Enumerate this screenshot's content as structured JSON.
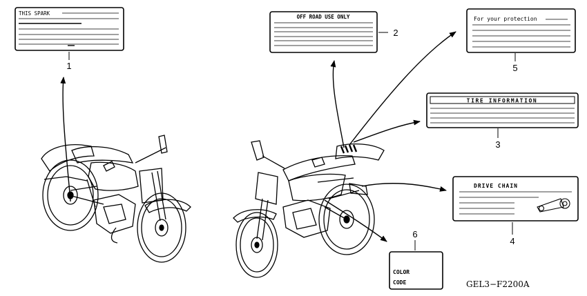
{
  "labels": {
    "spark": {
      "number": "1",
      "title": "THIS SPARK"
    },
    "offroad": {
      "number": "2",
      "title": "OFF ROAD USE ONLY"
    },
    "tire": {
      "number": "3",
      "title": "TIRE INFORMATION"
    },
    "chain": {
      "number": "4",
      "title": "DRIVE CHAIN"
    },
    "protection": {
      "number": "5",
      "title": "For your protection"
    },
    "color": {
      "number": "6",
      "line1": "COLOR",
      "line2": "CODE"
    }
  },
  "diagram_code": "GEL3−F2200A",
  "colors": {
    "ink": "#000000",
    "paper": "#ffffff"
  }
}
